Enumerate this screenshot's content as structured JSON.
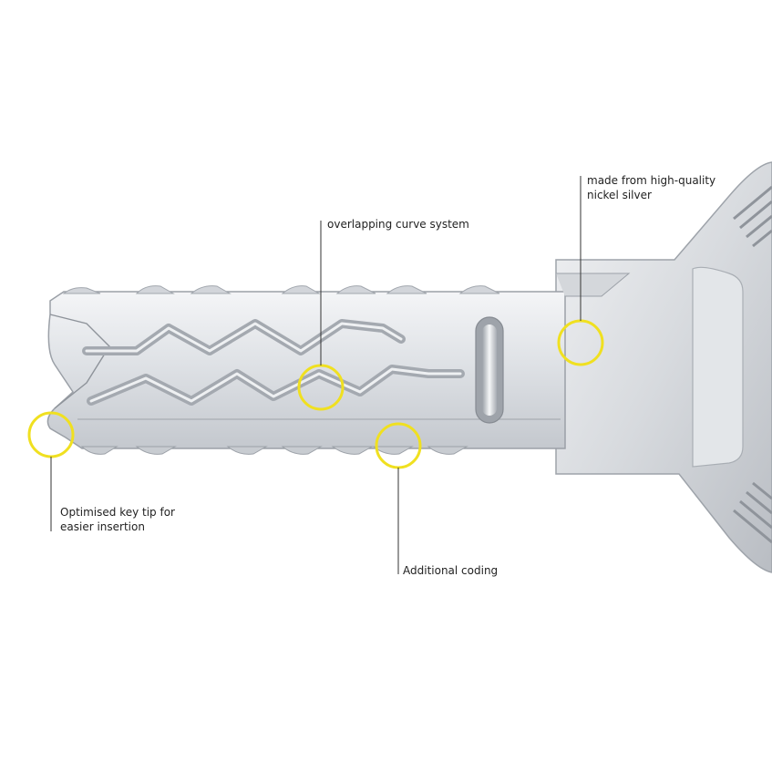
{
  "colors": {
    "highlight_ring": "#f0e020",
    "leader_line": "#333333",
    "text": "#222222",
    "metal_light": "#e9ebee",
    "metal_mid": "#c9ccd1",
    "metal_dark": "#8d9299"
  },
  "callouts": {
    "nickel_silver": {
      "line1": "made from high-quality",
      "line2": "nickel silver"
    },
    "curve_system": {
      "line1": "overlapping curve system"
    },
    "key_tip": {
      "line1": "Optimised key tip for",
      "line2": "easier insertion"
    },
    "additional_coding": {
      "line1": "Additional coding"
    }
  },
  "illustration": {
    "subject": "key-blade"
  }
}
